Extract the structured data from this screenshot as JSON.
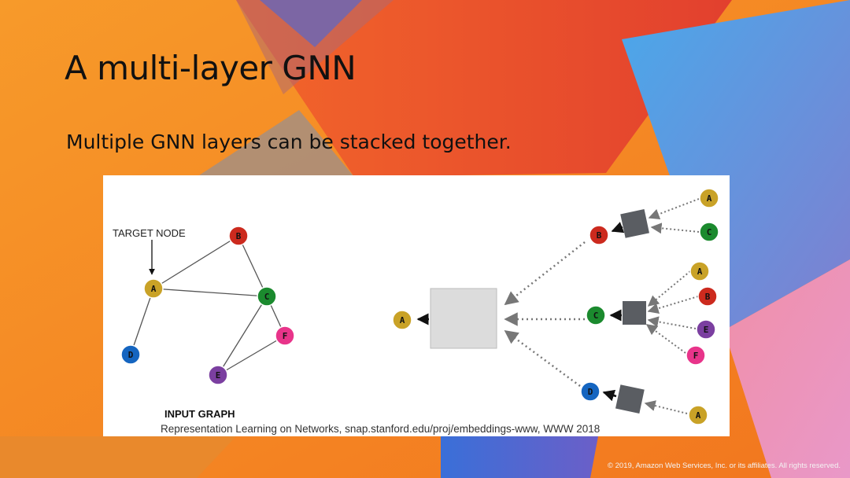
{
  "slide": {
    "title": "A multi-layer GNN",
    "subtitle": "Multiple GNN layers can be stacked together.",
    "copyright": "© 2019, Amazon Web Services, Inc. or its affiliates. All rights reserved."
  },
  "figure": {
    "target_label": "TARGET NODE",
    "input_graph_label": "INPUT GRAPH",
    "citation": "Representation Learning on Networks, snap.stanford.edu/proj/embeddings-www, WWW 2018"
  },
  "colors": {
    "A": "#c9a227",
    "B": "#cc2a1e",
    "C": "#1b8a2e",
    "D": "#1565c0",
    "E": "#7b3fa0",
    "F": "#e8348a",
    "aggregator_small": "#5a5d62",
    "aggregator_large": "#dcdcdc"
  },
  "input_graph": {
    "nodes": [
      "A",
      "B",
      "C",
      "D",
      "E",
      "F"
    ],
    "edges": [
      [
        "A",
        "B"
      ],
      [
        "A",
        "C"
      ],
      [
        "A",
        "D"
      ],
      [
        "B",
        "C"
      ],
      [
        "C",
        "E"
      ],
      [
        "C",
        "F"
      ],
      [
        "E",
        "F"
      ]
    ],
    "target": "A"
  },
  "computation_graph": {
    "root": "A",
    "layer1": [
      {
        "node": "B",
        "neighbors": [
          "A",
          "C"
        ]
      },
      {
        "node": "C",
        "neighbors": [
          "A",
          "B",
          "E",
          "F"
        ]
      },
      {
        "node": "D",
        "neighbors": [
          "A"
        ]
      }
    ]
  }
}
